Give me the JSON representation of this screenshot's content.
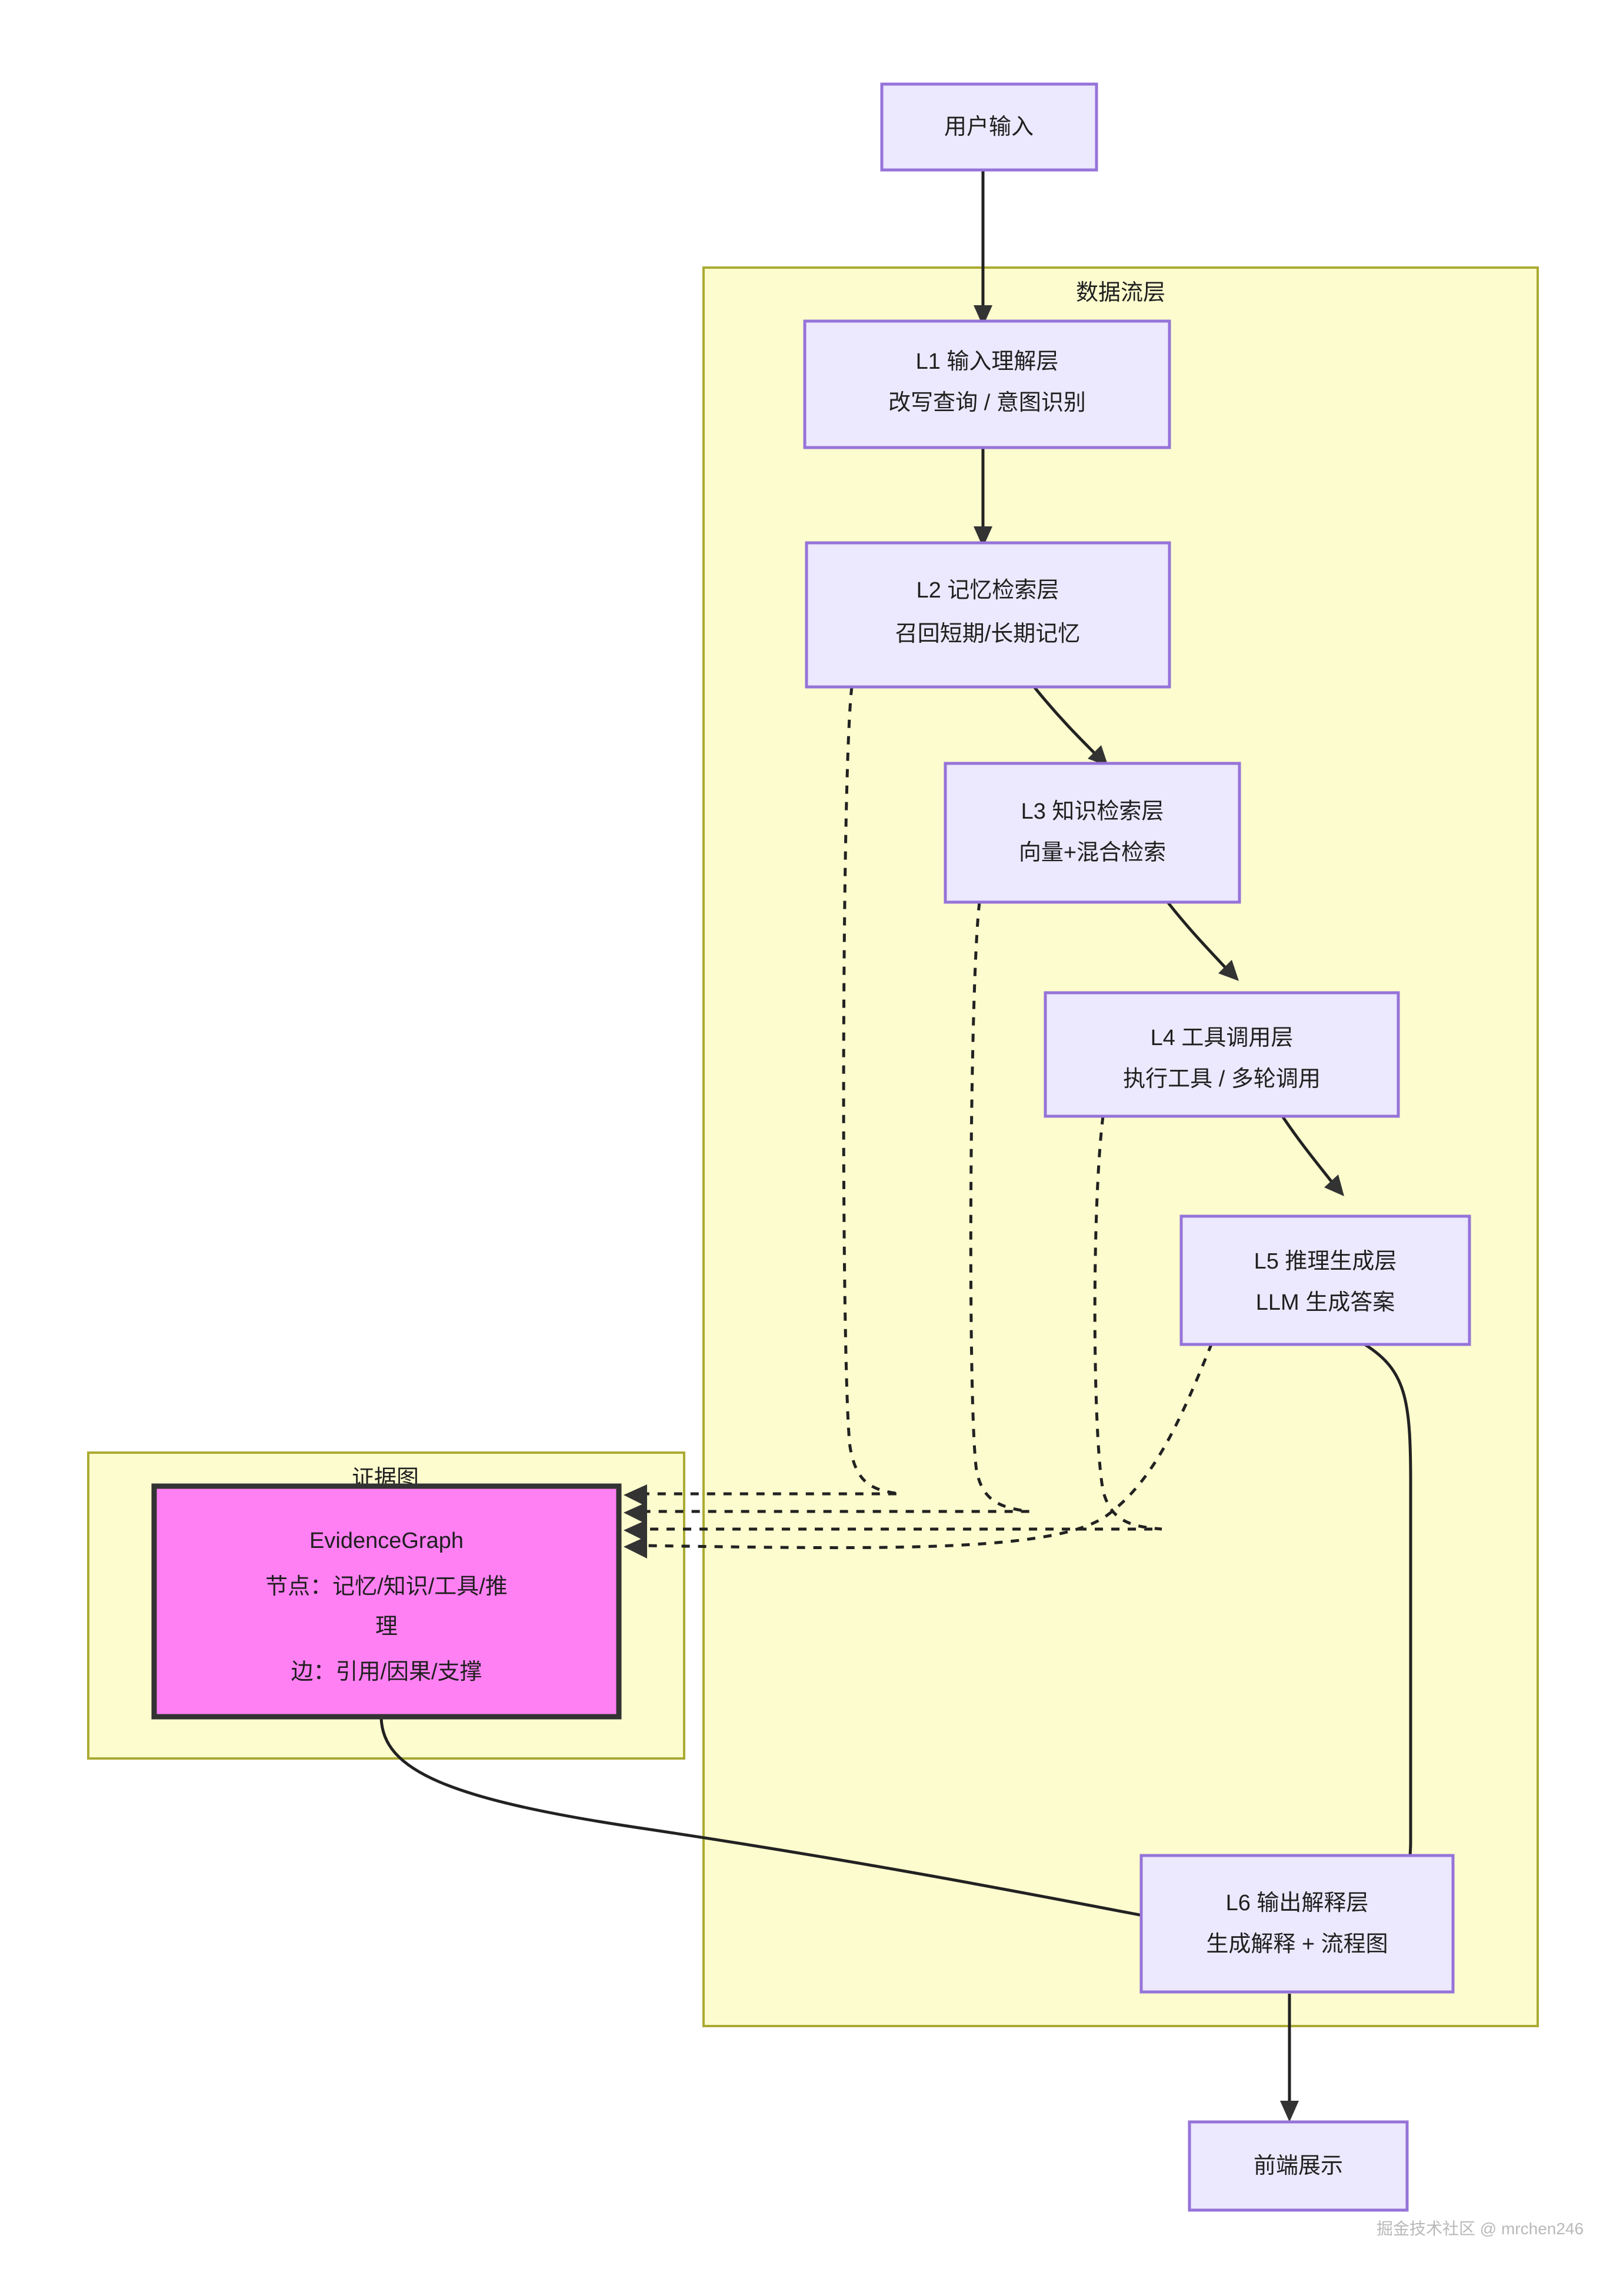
{
  "diagram": {
    "type": "flowchart",
    "direction": "top-down",
    "watermark": "掘金技术社区 @ mrchen246",
    "colors": {
      "node_fill": "#ece8fd",
      "node_stroke": "#9673d9",
      "subgraph_fill": "#fcfcce",
      "subgraph_stroke": "#aaaa33",
      "evidence_fill": "#ff80f3",
      "evidence_stroke": "#333333",
      "edge_stroke": "#222222",
      "text": "#1f1f1f",
      "background": "#ffffff"
    },
    "subgraphs": [
      {
        "id": "dataflow",
        "label": "数据流层"
      },
      {
        "id": "evidence",
        "label": "证据图"
      }
    ],
    "nodes": [
      {
        "id": "user_input",
        "lines": [
          "用户输入"
        ],
        "shape": "rect",
        "style": "default"
      },
      {
        "id": "l1",
        "lines": [
          "L1 输入理解层",
          "改写查询 / 意图识别"
        ],
        "shape": "rect",
        "style": "default"
      },
      {
        "id": "l2",
        "lines": [
          "L2 记忆检索层",
          "召回短期/长期记忆"
        ],
        "shape": "rect",
        "style": "default"
      },
      {
        "id": "l3",
        "lines": [
          "L3 知识检索层",
          "向量+混合检索"
        ],
        "shape": "rect",
        "style": "default"
      },
      {
        "id": "l4",
        "lines": [
          "L4 工具调用层",
          "执行工具 / 多轮调用"
        ],
        "shape": "rect",
        "style": "default"
      },
      {
        "id": "l5",
        "lines": [
          "L5 推理生成层",
          "LLM 生成答案"
        ],
        "shape": "rect",
        "style": "default"
      },
      {
        "id": "evidence_graph",
        "lines": [
          "EvidenceGraph",
          "节点：记忆/知识/工具/推",
          "理",
          "边：引用/因果/支撑"
        ],
        "shape": "rect",
        "style": "highlight"
      },
      {
        "id": "l6",
        "lines": [
          "L6 输出解释层",
          "生成解释 + 流程图"
        ],
        "shape": "rect",
        "style": "default"
      },
      {
        "id": "frontend",
        "lines": [
          "前端展示"
        ],
        "shape": "rect",
        "style": "default"
      }
    ],
    "edges": [
      {
        "from": "user_input",
        "to": "l1",
        "style": "solid"
      },
      {
        "from": "l1",
        "to": "l2",
        "style": "solid"
      },
      {
        "from": "l2",
        "to": "l3",
        "style": "solid"
      },
      {
        "from": "l3",
        "to": "l4",
        "style": "solid"
      },
      {
        "from": "l4",
        "to": "l5",
        "style": "solid"
      },
      {
        "from": "l2",
        "to": "evidence_graph",
        "style": "dashed"
      },
      {
        "from": "l3",
        "to": "evidence_graph",
        "style": "dashed"
      },
      {
        "from": "l4",
        "to": "evidence_graph",
        "style": "dashed"
      },
      {
        "from": "l5",
        "to": "evidence_graph",
        "style": "dashed"
      },
      {
        "from": "evidence_graph",
        "to": "l6",
        "style": "solid"
      },
      {
        "from": "l5",
        "to": "l6",
        "style": "solid"
      },
      {
        "from": "l6",
        "to": "frontend",
        "style": "solid"
      }
    ]
  },
  "labels": {
    "user_input_l1": "用户输入",
    "dataflow_title": "数据流层",
    "evidence_title": "证据图",
    "l1_l1": "L1 输入理解层",
    "l1_l2": "改写查询 / 意图识别",
    "l2_l1": "L2 记忆检索层",
    "l2_l2": "召回短期/长期记忆",
    "l3_l1": "L3 知识检索层",
    "l3_l2": "向量+混合检索",
    "l4_l1": "L4 工具调用层",
    "l4_l2": "执行工具 / 多轮调用",
    "l5_l1": "L5 推理生成层",
    "l5_l2": "LLM 生成答案",
    "eg_l1": "EvidenceGraph",
    "eg_l2": "节点：记忆/知识/工具/推",
    "eg_l3": "理",
    "eg_l4": "边：引用/因果/支撑",
    "l6_l1": "L6 输出解释层",
    "l6_l2": "生成解释 + 流程图",
    "frontend_l1": "前端展示",
    "watermark": "掘金技术社区 @ mrchen246"
  }
}
